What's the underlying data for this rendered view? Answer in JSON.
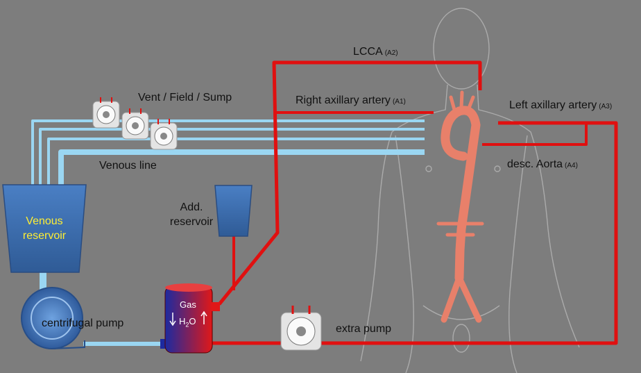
{
  "labels": {
    "lcca": "LCCA",
    "lcca_code": "(A2)",
    "right_axillary": "Right axillary artery",
    "right_axillary_code": "(A1)",
    "left_axillary": "Left axillary artery",
    "left_axillary_code": "(A3)",
    "desc_aorta": "desc. Aorta",
    "desc_aorta_code": "(A4)",
    "vent": "Vent / Field / Sump",
    "venous_line": "Venous line",
    "venous_reservoir_1": "Venous",
    "venous_reservoir_2": "reservoir",
    "add_reservoir_1": "Add.",
    "add_reservoir_2": "reservoir",
    "centrifugal_pump": "centrifugal pump",
    "gas": "Gas",
    "h2o_h": "H",
    "h2o_sub": "2",
    "h2o_o": "O",
    "extra_pump": "extra pump"
  },
  "colors": {
    "background": "#7d7d7d",
    "arterial": "#e01010",
    "venous": "#9ad6f2",
    "reservoir": "#3d6fb0",
    "aorta": "#e8806a",
    "highlight_text": "#ffee33"
  }
}
